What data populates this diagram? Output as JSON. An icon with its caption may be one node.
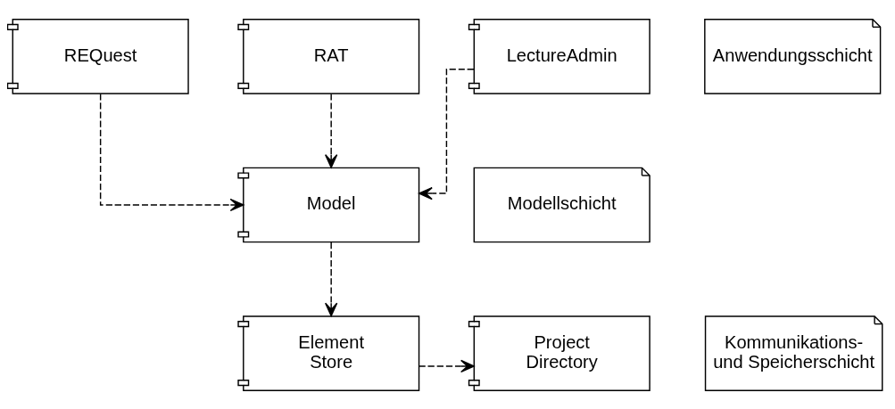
{
  "diagram": {
    "nodes": [
      {
        "text": [
          "REQuest"
        ]
      },
      {
        "text": [
          "RAT"
        ]
      },
      {
        "text": [
          "LectureAdmin"
        ]
      },
      {
        "text": [
          "Anwendungsschicht"
        ]
      },
      {
        "text": [
          "Model"
        ]
      },
      {
        "text": [
          "Modellschicht"
        ]
      },
      {
        "text": [
          "Element Store"
        ]
      },
      {
        "text": [
          "Project Directory"
        ]
      },
      {
        "text": [
          "Kommunikations- und Speicherschicht"
        ]
      }
    ],
    "edges": [
      {
        "from": 0,
        "to": 4,
        "arrow": "to",
        "style": "dashed"
      },
      {
        "from": 1,
        "to": 4,
        "arrow": "to",
        "style": "dashed"
      },
      {
        "from": 2,
        "to": 4,
        "arrow": "to",
        "style": "dashed"
      },
      {
        "from": 4,
        "to": 6,
        "arrow": "to",
        "style": "dashed"
      },
      {
        "from": 6,
        "to": 7,
        "arrow": "to",
        "style": "dashed"
      }
    ]
  }
}
